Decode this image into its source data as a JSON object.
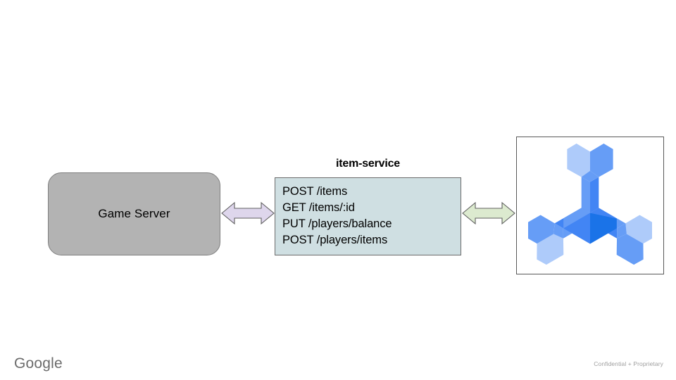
{
  "slide": {
    "background_color": "#ffffff"
  },
  "nodes": {
    "game_server": {
      "label": "Game Server",
      "fill_color": "#b3b3b3",
      "stroke_color": "#7f7f7f"
    },
    "item_service": {
      "title": "item-service",
      "fill_color": "#cfdfe2",
      "stroke_color": "#6b6b6b",
      "endpoints": [
        "POST /items",
        "GET /items/:id",
        "PUT /players/balance",
        "POST /players/items"
      ]
    },
    "database": {
      "logo_name": "cloud-spanner-logo",
      "panel_stroke_color": "#595959",
      "colors": {
        "light": "#aecbfa",
        "medium": "#669df6",
        "dark": "#4285f4",
        "darkest": "#1a73e8"
      }
    }
  },
  "connectors": [
    {
      "name": "game-server-to-item-service",
      "style": "double-headed-arrow",
      "fill_color": "#ded6ec",
      "stroke_color": "#5f5f5f"
    },
    {
      "name": "item-service-to-database",
      "style": "double-headed-arrow",
      "fill_color": "#dceacf",
      "stroke_color": "#5f5f5f"
    }
  ],
  "footer": {
    "brand": "Google",
    "confidentiality": "Confidential + Proprietary"
  }
}
